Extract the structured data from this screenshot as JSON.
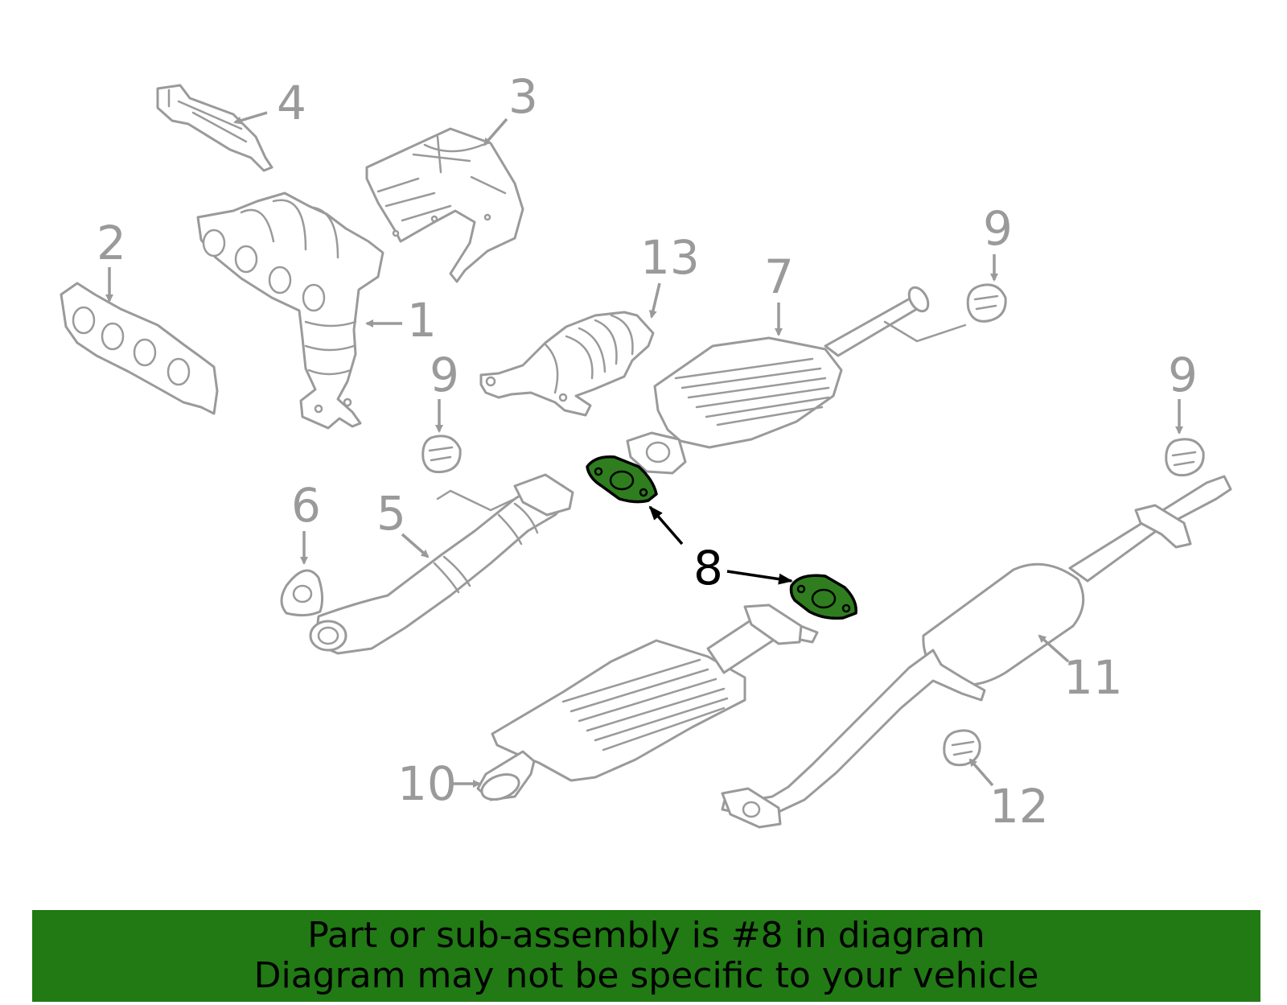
{
  "callouts": {
    "c1": "1",
    "c2": "2",
    "c3": "3",
    "c4": "4",
    "c5": "5",
    "c6": "6",
    "c7": "7",
    "c8": "8",
    "c9a": "9",
    "c9b": "9",
    "c9c": "9",
    "c10": "10",
    "c11": "11",
    "c12": "12",
    "c13": "13"
  },
  "highlight_color": "#2f7d1f",
  "banner": {
    "line1": "Part or sub-assembly is #8 in diagram",
    "line2": "Diagram may not be specific to your vehicle",
    "color": "#217a14"
  }
}
